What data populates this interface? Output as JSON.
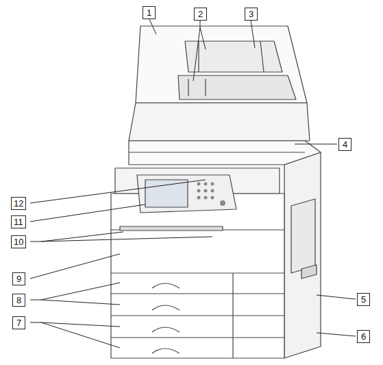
{
  "diagram": {
    "labels": [
      "1",
      "2",
      "3",
      "4",
      "12",
      "11",
      "10",
      "9",
      "8",
      "5",
      "7",
      "6"
    ]
  }
}
